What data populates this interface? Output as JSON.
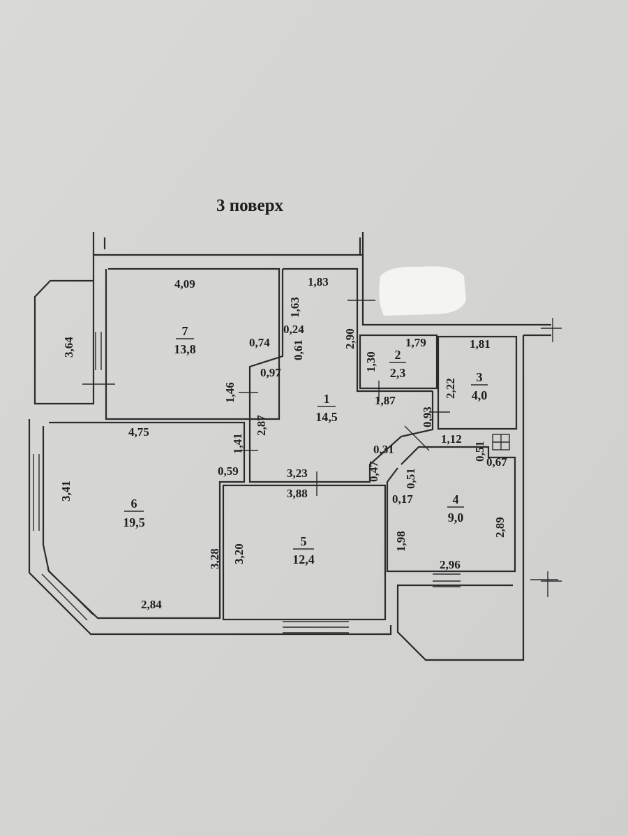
{
  "title": "3 поверх",
  "rooms": [
    {
      "number": "1",
      "area": "14,5"
    },
    {
      "number": "2",
      "area": "2,3"
    },
    {
      "number": "3",
      "area": "4,0"
    },
    {
      "number": "4",
      "area": "9,0"
    },
    {
      "number": "5",
      "area": "12,4"
    },
    {
      "number": "6",
      "area": "19,5"
    },
    {
      "number": "7",
      "area": "13,8"
    }
  ],
  "dimensions": {
    "r7_top": "4,09",
    "r7_left": "3,64",
    "r7_right": "0,74",
    "r7_hall": "1,46",
    "r1_top": "1,83",
    "r1_a": "1,63",
    "r1_b": "0,24",
    "r1_c": "0,61",
    "r1_d": "0,97",
    "r1_e": "2,87",
    "r1_f": "2,90",
    "r1_g": "1,87",
    "r1_h": "0,93",
    "r1_i": "0,31",
    "r1_j": "0,47",
    "r1_bottom": "3,23",
    "r2_top": "1,79",
    "r2_left": "1,30",
    "r3_top": "1,81",
    "r3_left": "2,22",
    "r4_a": "1,12",
    "r4_b": "0,51",
    "r4_c": "0,67",
    "r4_d": "0,51",
    "r4_e": "0,17",
    "r4_left": "1,98",
    "r4_right": "2,89",
    "r4_bottom": "2,96",
    "r5_top": "3,88",
    "r5_left": "3,20",
    "r6_top": "4,75",
    "r6_left": "3,41",
    "r6_right": "3,28",
    "r6_bottom": "2,84",
    "r6_a": "1,41",
    "r6_b": "0,59"
  }
}
